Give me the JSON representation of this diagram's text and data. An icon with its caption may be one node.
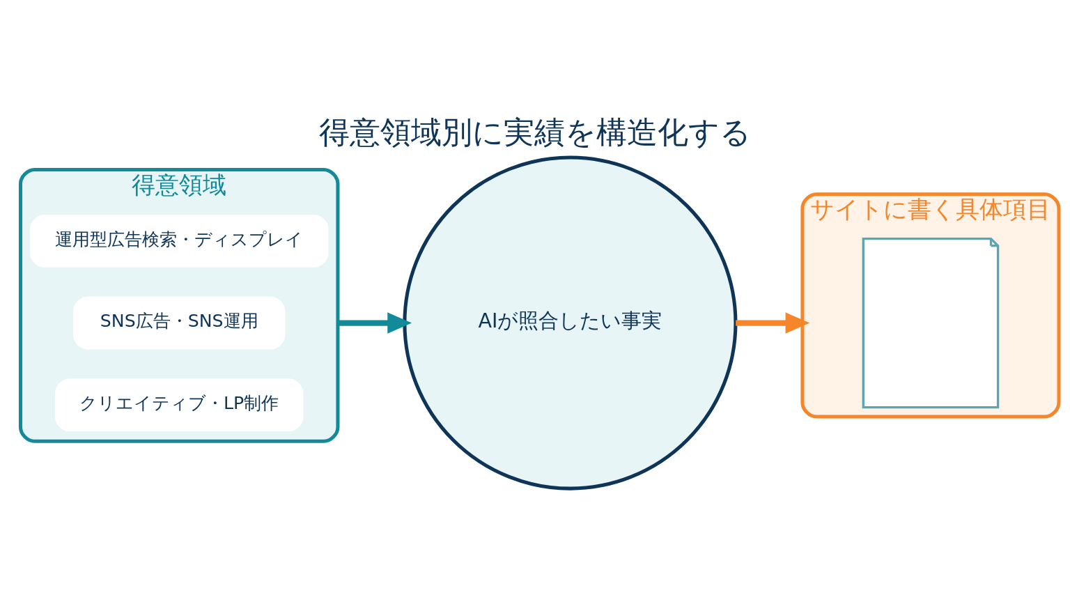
{
  "diagram": {
    "title": "得意領域別に実績を構造化する",
    "nodes": [
      {
        "text": [
          "得意領域"
        ]
      },
      {
        "text": [
          "運用型広告検索・ディスプレイ"
        ],
        "in": 0
      },
      {
        "text": [
          "SNS広告・SNS運用"
        ],
        "in": 0
      },
      {
        "text": [
          "クリエイティブ・LP制作"
        ],
        "in": 0
      },
      {
        "text": [
          "AIが照合したい事実"
        ]
      },
      {
        "text": [
          "サイトに書く具体項目"
        ]
      },
      {
        "text": [],
        "shape": "box",
        "in": 5
      }
    ],
    "edges": [
      {
        "from": 0,
        "to": 4,
        "arrow": "to",
        "color": "#138a9a"
      },
      {
        "from": 4,
        "to": 5,
        "arrow": "to",
        "color": "#f5862a"
      }
    ]
  }
}
